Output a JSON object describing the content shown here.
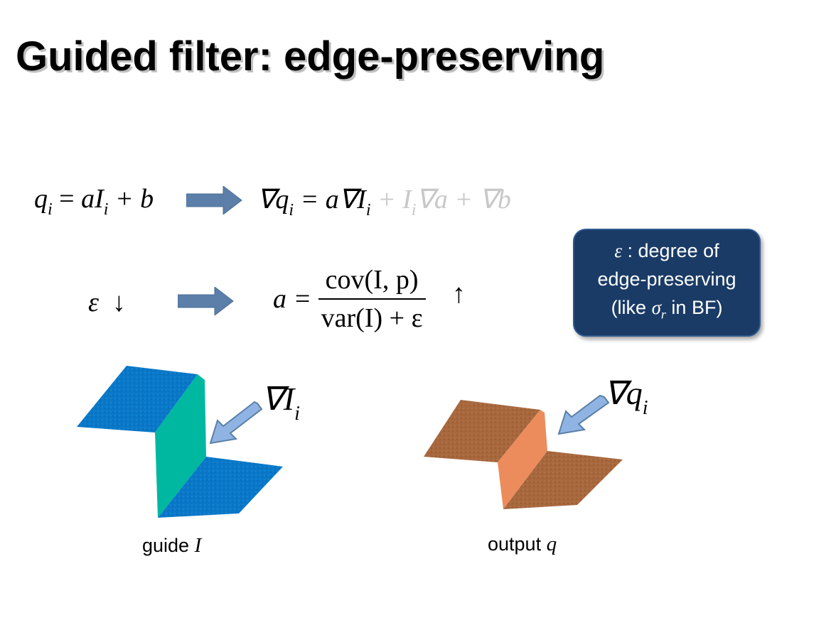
{
  "slide": {
    "title": "Guided filter: edge-preserving"
  },
  "equations": {
    "model": {
      "q": "q",
      "i": "i",
      "eq": " = ",
      "a": "a",
      "I": "I",
      "plus_b": " + b"
    },
    "gradient": {
      "nabla_q": "∇q",
      "eq": " = a∇I",
      "faded_terms": " + I",
      "faded_rest": "∇a + ∇b"
    },
    "epsilon": {
      "eps": "ε",
      "arrow": "↓"
    },
    "coef": {
      "a_eq": "a =",
      "numerator": "cov(I, p)",
      "denominator": "var(I) + ε",
      "arrow": "↑"
    }
  },
  "info_box": {
    "line1_symbol": "ε",
    "line1_text": " : degree of",
    "line2": "edge-preserving",
    "line3_pre": "(like ",
    "line3_sigma": "σ",
    "line3_sub": "r",
    "line3_post": " in BF)"
  },
  "labels": {
    "grad_I": "∇I",
    "grad_I_sub": "i",
    "grad_q": "∇q",
    "grad_q_sub": "i"
  },
  "captions": {
    "guide_text": "guide ",
    "guide_symbol": "I",
    "output_text": "output ",
    "output_symbol": "q"
  },
  "colors": {
    "guide_plane": "#0a78c8",
    "guide_edge": "#00b8a0",
    "output_plane": "#a8683e",
    "output_edge": "#ec8c5c",
    "arrow_fill": "#5b7fa8",
    "pointer_fill": "#8fb4e3",
    "box_fill": "#1a3b66"
  }
}
